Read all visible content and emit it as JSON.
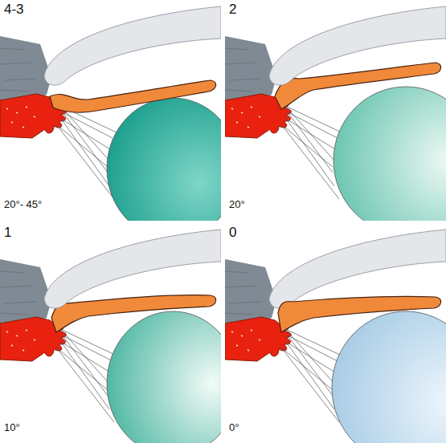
{
  "diagram": {
    "labels": [
      "4-3",
      "20°- 45°",
      "2",
      "20°",
      "1",
      "10°",
      "0",
      "0°"
    ]
  }
}
